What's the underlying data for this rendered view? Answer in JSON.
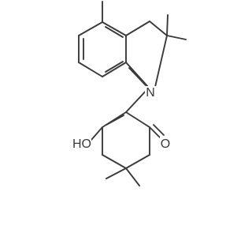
{
  "molecule": {
    "atom_labels": {
      "hydroxyl": "HO",
      "ketone_oxygen": "O",
      "imine_nitrogen": "N"
    },
    "colors": {
      "bond": "#3a3a3a",
      "background": "#ffffff"
    }
  }
}
